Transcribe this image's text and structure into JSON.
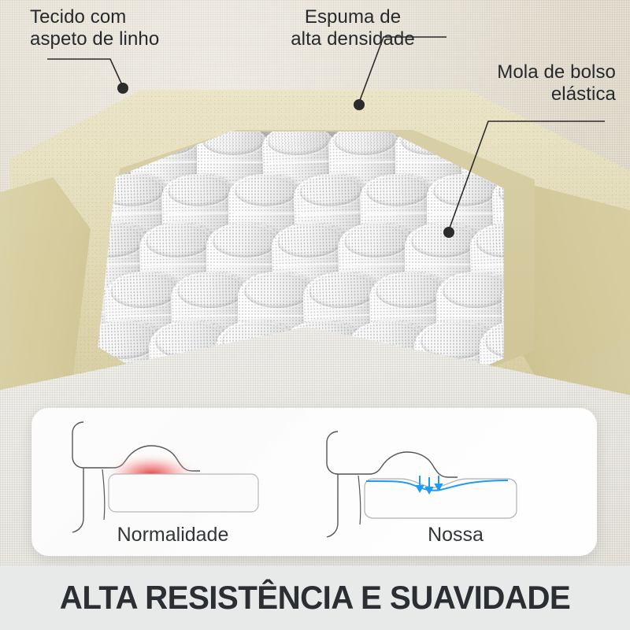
{
  "colors": {
    "background": "#e8eaea",
    "linen": "#e6e0d2",
    "foam": "#e3dcbd",
    "spring_white": "#f5f5f5",
    "text_dark": "#26292b",
    "headline": "#2b2f33",
    "pressure_red": "#e23b3b",
    "support_blue": "#1f9bf0"
  },
  "callouts": [
    {
      "id": "fabric",
      "line1": "Tecido com",
      "line2": "aspeto de linho"
    },
    {
      "id": "foam",
      "line1": "Espuma de",
      "line2": "alta densidade"
    },
    {
      "id": "springs",
      "line1": "Mola de bolso",
      "line2": "elástica"
    }
  ],
  "comparison": {
    "left": {
      "caption": "Normalidade"
    },
    "right": {
      "caption": "Nossa"
    }
  },
  "headline": "ALTA RESISTÊNCIA E SUAVIDADE"
}
